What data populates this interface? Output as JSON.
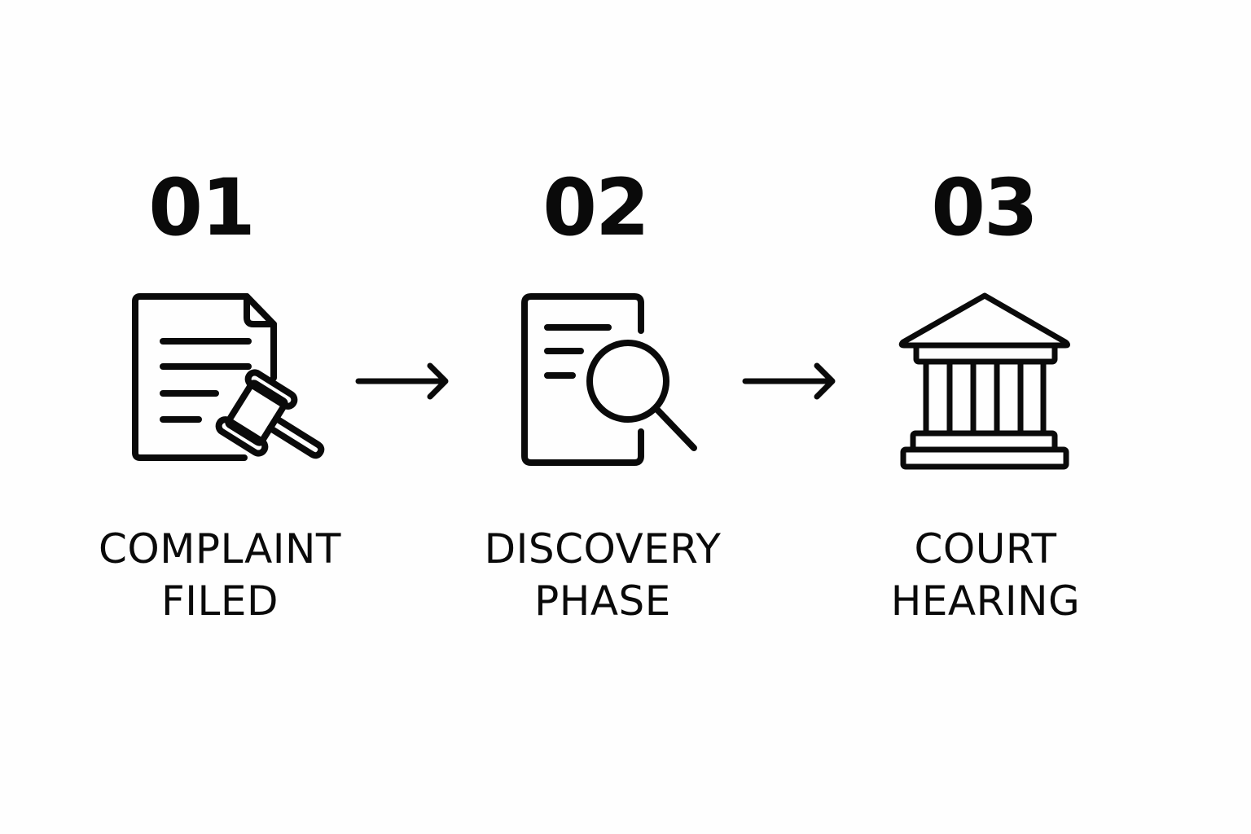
{
  "diagram": {
    "type": "process-flow",
    "steps": [
      {
        "number": "01",
        "label_line1": "COMPLAINT",
        "label_line2": "FILED",
        "icon": "document-gavel-icon"
      },
      {
        "number": "02",
        "label_line1": "DISCOVERY",
        "label_line2": "PHASE",
        "icon": "document-magnifier-icon"
      },
      {
        "number": "03",
        "label_line1": "COURT",
        "label_line2": "HEARING",
        "icon": "courthouse-icon"
      }
    ],
    "connectors": [
      {
        "from": "01",
        "to": "02",
        "icon": "arrow-right-icon"
      },
      {
        "from": "02",
        "to": "03",
        "icon": "arrow-right-icon"
      }
    ],
    "colors": {
      "foreground": "#0a0a0a",
      "background": "#fefefe"
    }
  }
}
